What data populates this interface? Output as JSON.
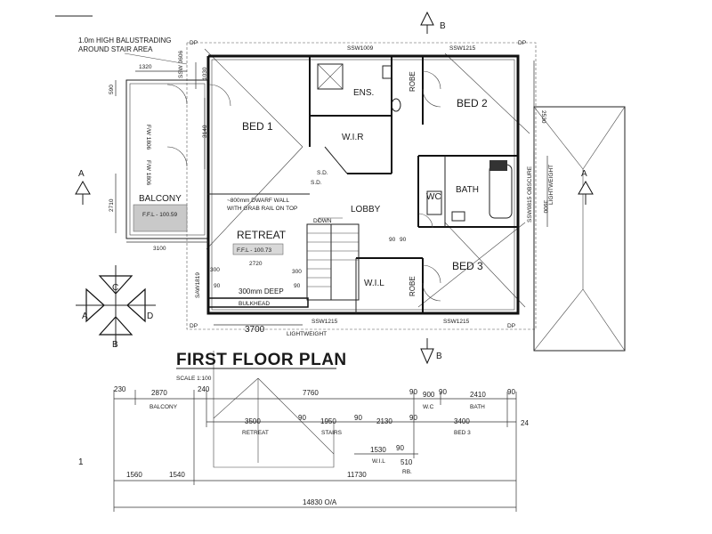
{
  "plan": {
    "title": "FIRST FLOOR PLAN",
    "scale": "SCALE 1:100",
    "balustrade_note_1": "1.0m HIGH BALUSTRADING",
    "balustrade_note_2": "AROUND STAIR AREA",
    "rooms": {
      "bed1": "BED 1",
      "bed2": "BED 2",
      "bed3": "BED 3",
      "ens": "ENS.",
      "wir": "W.I.R",
      "wil": "W.I.L",
      "bath": "BATH",
      "wc": "WC",
      "lobby": "LOBBY",
      "retreat": "RETREAT",
      "balcony": "BALCONY",
      "robe_top": "ROBE",
      "robe_bottom": "ROBE",
      "down": "DOWN",
      "lightweight_bottom": "LIGHTWEIGHT",
      "lightweight_right": "LIGHTWEIGHT"
    },
    "notes": {
      "dwarf_wall_1": "~800mm DWARF WALL",
      "dwarf_wall_2": "WITH GRAB RAIL ON TOP",
      "bulkhead_1": "300mm DEEP",
      "bulkhead_2": "BULKHEAD",
      "ffl_retreat": "F.F.L - 100.73",
      "ffl_balcony": "F.F.L - 100.59",
      "sd1": "S.D.",
      "sd2": "S.D."
    },
    "windows": {
      "top_left": "SSW1009",
      "top_right": "SSW1215",
      "bottom_left": "SSW1215",
      "bottom_right": "SSW1215",
      "left": "SAW1819",
      "right": "SSW0815 OBSCURE",
      "fw1": "F/W 1806",
      "fw2": "F/W 1806",
      "ssw_small": "SSW 0606"
    },
    "downpipe": "DP",
    "section_b": "B",
    "section_a": "A",
    "compass": {
      "c": "C",
      "b": "B",
      "a": "A",
      "d": "D"
    },
    "inner_dims": {
      "d1320": "1320",
      "d590": "590",
      "d1030": "1030",
      "d3140": "3140",
      "d2710": "2710",
      "d3100": "3100",
      "d2530": "2530",
      "d3900": "3900",
      "d300a": "300",
      "d90a": "90",
      "d2720": "2720",
      "d300b": "300",
      "d90b": "90",
      "d90c": "90",
      "d90d": "90",
      "d3700": "3700"
    },
    "bottom_dims": {
      "d230": "230",
      "d2870": "2870",
      "d240": "240",
      "d7760": "7760",
      "d90_1": "90",
      "d900": "900",
      "d90_2": "90",
      "d2410": "2410",
      "d90_3": "90",
      "balcony": "BALCONY",
      "wc": "W.C",
      "bath": "BATH",
      "d3500": "3500",
      "d90_4": "90",
      "d1950": "1950",
      "d90_5": "90",
      "d2130": "2130",
      "d90_6": "90",
      "d3400": "3400",
      "d24": "24",
      "retreat": "RETREAT",
      "stairs": "STAIRS",
      "bed3": "BED 3",
      "d1530": "1530",
      "d90_7": "90",
      "wil": "W.I.L",
      "d510": "510",
      "rb": "RB.",
      "d1560": "1560",
      "d1540": "1540",
      "d11730": "11730",
      "overall": "14830 O/A",
      "one": "1"
    }
  }
}
